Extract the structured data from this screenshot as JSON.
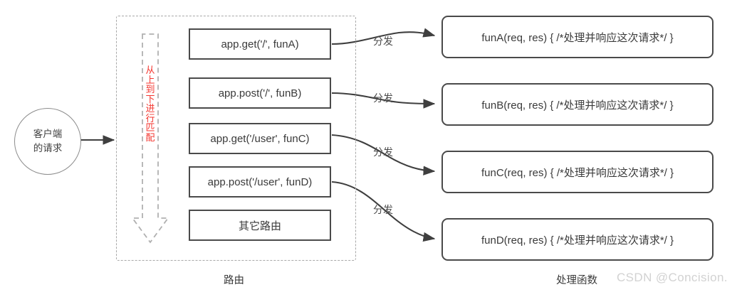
{
  "diagram": {
    "title": "Express route matching and dispatch diagram",
    "client": {
      "name": "client-request-node",
      "lines": [
        "客户端",
        "的请求"
      ]
    },
    "router": {
      "match_label_chars": [
        "从",
        "上",
        "到",
        "下",
        "进",
        "行",
        "匹",
        "配"
      ],
      "match_label_text": "从上到下进行匹配",
      "routes": [
        {
          "id": "route-get-root",
          "label": "app.get('/', funA)"
        },
        {
          "id": "route-post-root",
          "label": "app.post('/', funB)"
        },
        {
          "id": "route-get-user",
          "label": "app.get('/user', funC)"
        },
        {
          "id": "route-post-user",
          "label": "app.post('/user', funD)"
        },
        {
          "id": "route-other",
          "label": "其它路由"
        }
      ]
    },
    "handlers": [
      {
        "id": "handler-funA",
        "label": "funA(req, res) { /*处理并响应这次请求*/ }"
      },
      {
        "id": "handler-funB",
        "label": "funB(req, res) { /*处理并响应这次请求*/ }"
      },
      {
        "id": "handler-funC",
        "label": "funC(req, res) { /*处理并响应这次请求*/ }"
      },
      {
        "id": "handler-funD",
        "label": "funD(req, res) { /*处理并响应这次请求*/ }"
      }
    ],
    "dispatch_labels": [
      "分发",
      "分发",
      "分发",
      "分发"
    ],
    "captions": {
      "router": "路由",
      "handlers": "处理函数"
    },
    "watermark": "CSDN @Concision.",
    "colors": {
      "box_border": "#4a4a4a",
      "dashed_border": "#a8a8a8",
      "circle_border": "#8c8c8c",
      "arrow": "#3f3f3f",
      "match_text": "#f4362f",
      "text": "#3a3a3a",
      "watermark": "#d2d2d2",
      "background": "#ffffff"
    }
  }
}
